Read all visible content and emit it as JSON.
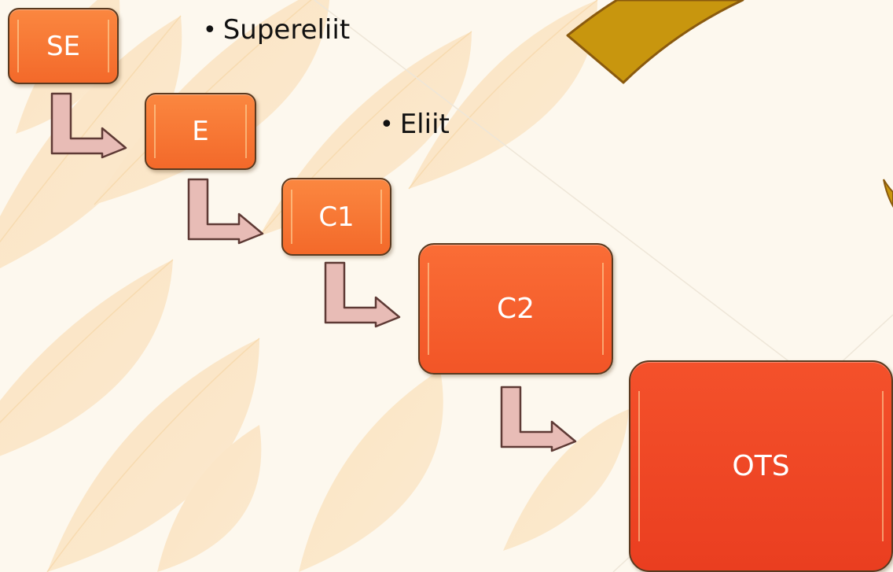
{
  "diagram": {
    "stages": [
      {
        "id": "se",
        "label": "SE"
      },
      {
        "id": "e",
        "label": "E"
      },
      {
        "id": "c1",
        "label": "C1"
      },
      {
        "id": "c2",
        "label": "C2"
      },
      {
        "id": "ots",
        "label": "OTS"
      }
    ],
    "bullets": [
      {
        "text": "Supereliit"
      },
      {
        "text": "Eliit"
      }
    ],
    "bullet_glyph": "•",
    "colors": {
      "box_light": "#f97a35",
      "box_dark": "#ea3e20",
      "arrow_fill": "#e8bcb6",
      "background": "#fdf8ee",
      "leaf": "#fbe6c6",
      "gold_accent": "#c8960e"
    }
  }
}
